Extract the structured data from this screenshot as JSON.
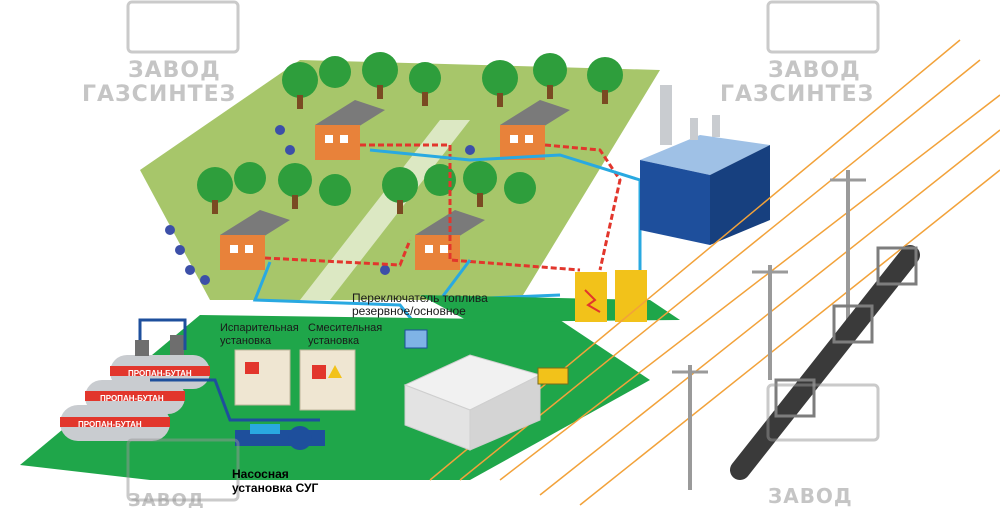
{
  "watermark": {
    "brand_line1": "ЗАВОД",
    "brand_line2": "ГАЗСИНТЕЗ"
  },
  "labels": {
    "fuel_switch": "Переключатель топлива резервное/основное",
    "evaporator": "Испарительная установка",
    "mixing": "Смесительная установка",
    "pump_unit": "Насосная установка СУГ",
    "tank_1": "ПРОПАН-БУТАН",
    "tank_2": "ПРОПАН-БУТАН",
    "tank_3": "ПРОПАН-БУТАН"
  },
  "colors": {
    "grass": "#1fa64a",
    "grass_dark": "#168a3a",
    "garden": "#a7c66a",
    "house_wall": "#e8823a",
    "house_roof": "#7a7a7a",
    "pipe_blue": "#29a9e1",
    "pipe_red": "#e2362c",
    "building_blue": "#1e4f9c",
    "cabinet_yellow": "#f2c21a",
    "tank_gray": "#c9ccd0",
    "tank_band": "#e2362c",
    "power_line": "#f2a23a"
  }
}
